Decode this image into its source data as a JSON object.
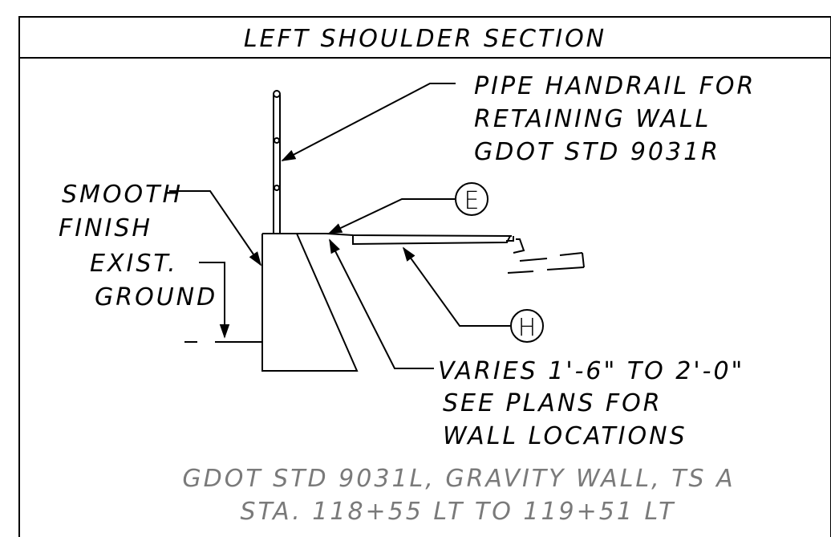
{
  "title": "LEFT SHOULDER SECTION",
  "callouts": {
    "handrail": [
      "PIPE HANDRAIL FOR",
      "RETAINING WALL",
      "GDOT STD 9031R"
    ],
    "smooth_finish": [
      "SMOOTH",
      "FINISH"
    ],
    "exist_ground": [
      "EXIST.",
      "GROUND"
    ],
    "marker_e": "E",
    "marker_h": "H",
    "varies": [
      "VARIES 1'-6\" TO 2'-0\"",
      "SEE PLANS FOR",
      "WALL LOCATIONS"
    ]
  },
  "caption": [
    "GDOT STD 9031L, GRAVITY WALL, TS A",
    "STA. 118+55 LT TO 119+51 LT"
  ],
  "colors": {
    "linework": "#000000",
    "caption": "#7a7a7a",
    "background": "#ffffff"
  }
}
